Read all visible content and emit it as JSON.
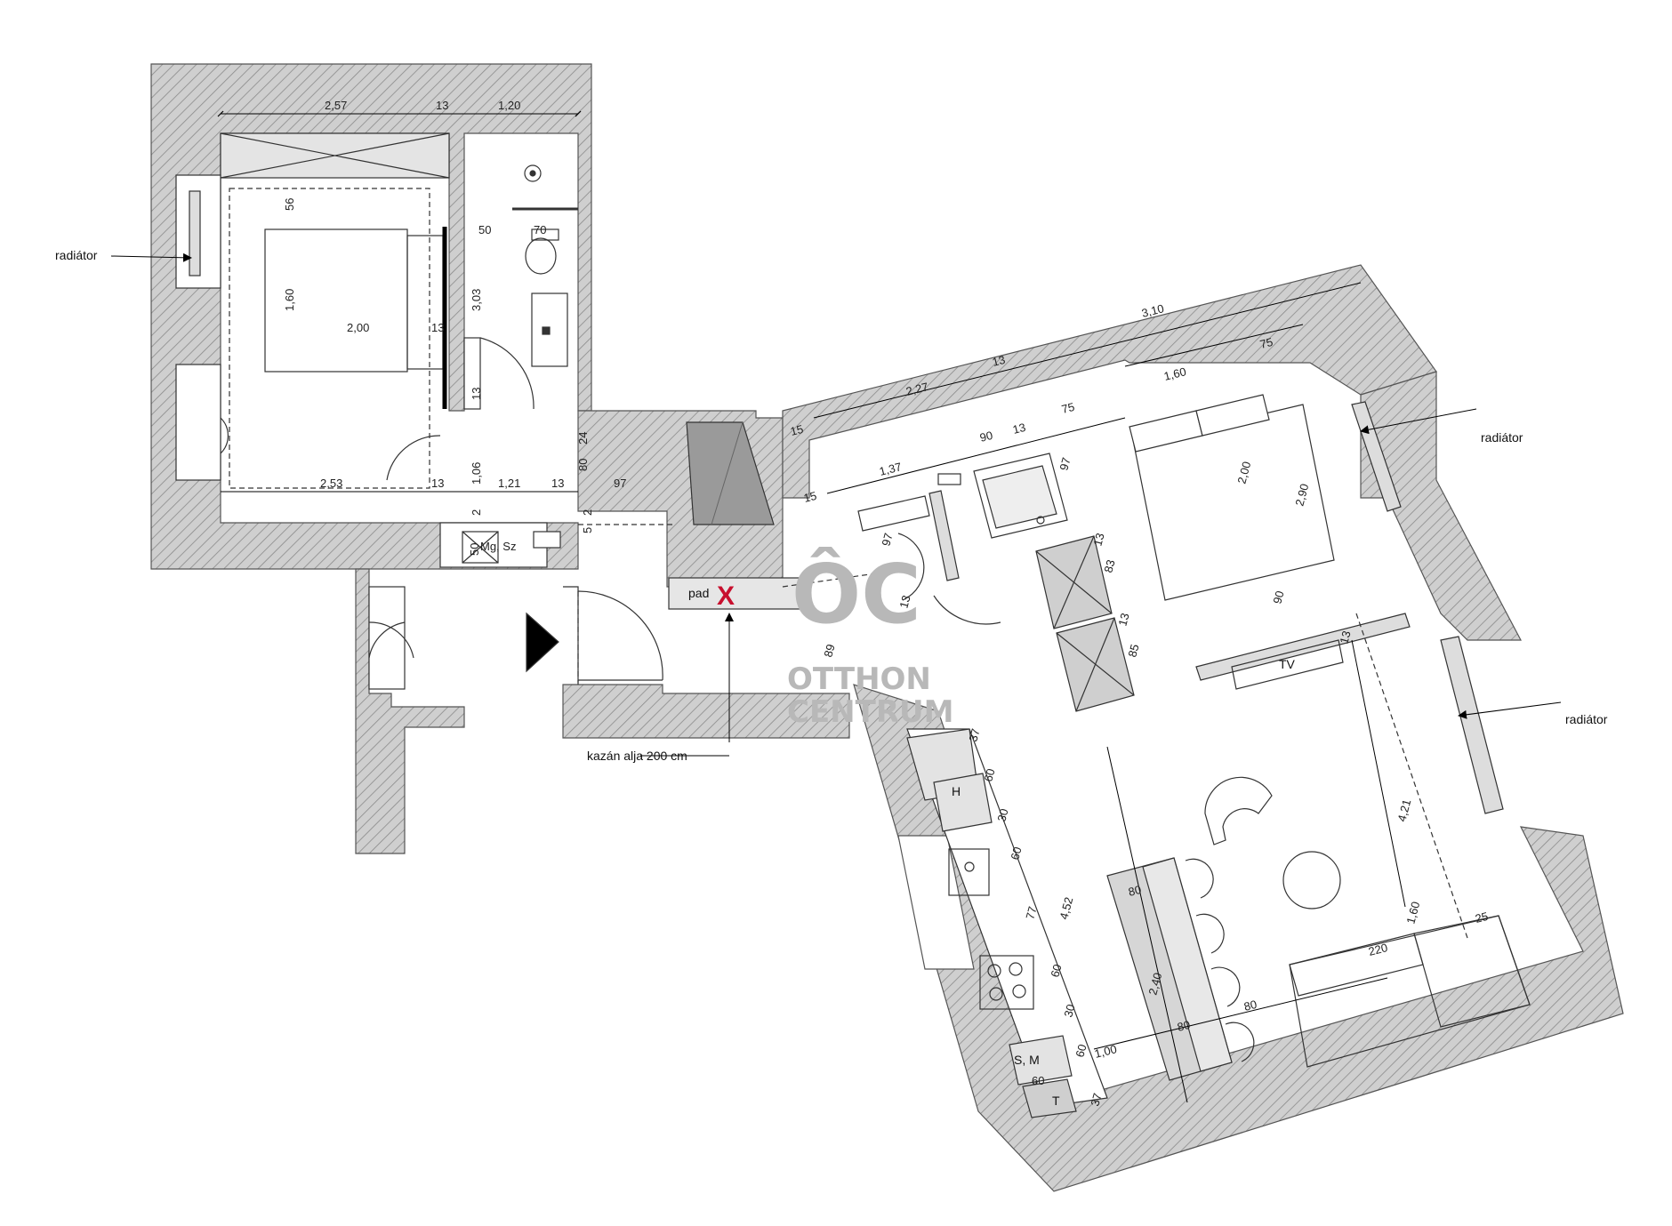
{
  "labels": {
    "radiator": "radiátor",
    "pad": "pad",
    "boiler_note": "kazán alja 200 cm",
    "tv": "TV",
    "fridge": "H",
    "washer": "S, M",
    "dishwasher": "T",
    "mg_sz": "Mg, Sz",
    "boiler_mark": "X"
  },
  "watermark": {
    "mark": "ÔC",
    "line1": "OTTHON",
    "line2": "CENTRUM"
  },
  "dimensions": {
    "d257": "2,57",
    "d13a": "13",
    "d120": "1,20",
    "d56": "56",
    "d160a": "1,60",
    "d200a": "2,00",
    "d13b": "13",
    "d50a": "50",
    "d70": "70",
    "d303": "3,03",
    "d13c": "13",
    "d253": "2,53",
    "d13d": "13",
    "d106": "1,06",
    "d121": "1,21",
    "d13e": "13",
    "d24": "24",
    "d80a": "80",
    "d97a": "97",
    "d2a": "2",
    "d2b": "2",
    "d5": "5",
    "d50b": "50",
    "d310": "3,10",
    "d227": "2,27",
    "d13f": "13",
    "d15a": "15",
    "d160b": "1,60",
    "d75a": "75",
    "d75b": "75",
    "d137": "1,37",
    "d90a": "90",
    "d13g": "13",
    "d15b": "15",
    "d97b": "97",
    "d13h": "13",
    "d83": "83",
    "d13i": "13",
    "d85": "85",
    "d200b": "2,00",
    "d290": "2,90",
    "d90b": "90",
    "d13j": "13",
    "d97c": "97",
    "d13k": "13",
    "d89": "89",
    "d37a": "37",
    "d60a": "60",
    "d30a": "30",
    "d60b": "60",
    "d77": "77",
    "d452": "4,52",
    "d60c": "60",
    "d30b": "30",
    "d60d": "60",
    "d60e": "60",
    "d37b": "37",
    "d100": "1,00",
    "d80b": "80",
    "d240": "2,40",
    "d80c": "80",
    "d80d": "80",
    "d421": "4,21",
    "d160c": "1,60",
    "d25": "25",
    "d220": "220"
  }
}
